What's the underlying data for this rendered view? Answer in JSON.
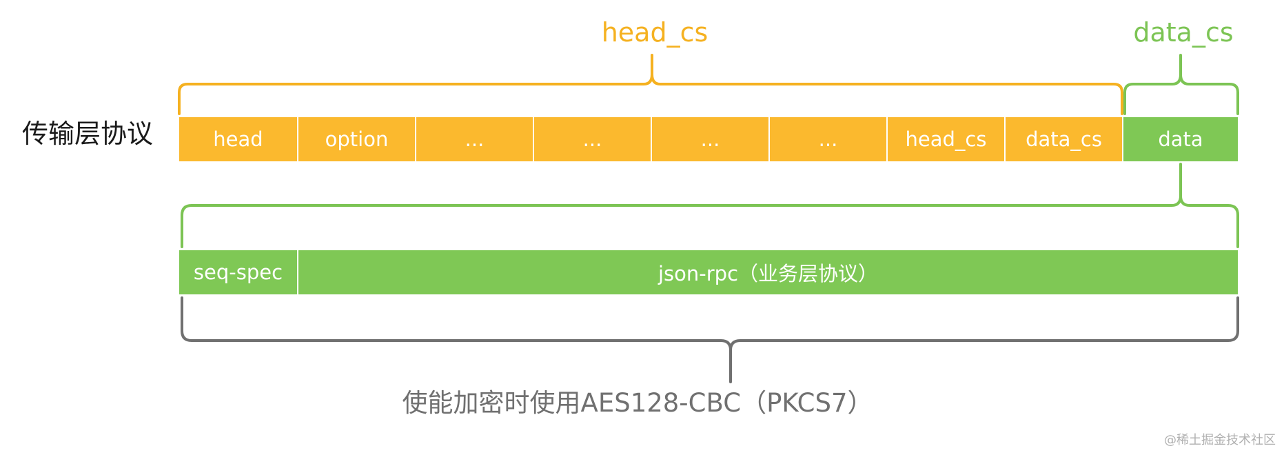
{
  "diagram": {
    "layer_title": "传输层协议",
    "brace_head_cs_label": "head_cs",
    "brace_data_cs_label": "data_cs",
    "transport_cells": [
      {
        "label": "head",
        "color": "orange"
      },
      {
        "label": "option",
        "color": "orange"
      },
      {
        "label": "...",
        "color": "orange"
      },
      {
        "label": "...",
        "color": "orange"
      },
      {
        "label": "...",
        "color": "orange"
      },
      {
        "label": "...",
        "color": "orange"
      },
      {
        "label": "head_cs",
        "color": "orange"
      },
      {
        "label": "data_cs",
        "color": "orange"
      },
      {
        "label": "data",
        "color": "green"
      }
    ],
    "business_cells": [
      {
        "label": "seq-spec",
        "color": "green"
      },
      {
        "label": "json-rpc（业务层协议）",
        "color": "green"
      }
    ],
    "encryption_note": "使能加密时使用AES128-CBC（PKCS7）",
    "watermark": "@稀土掘金技术社区"
  },
  "colors": {
    "orange": "#fbb92e",
    "green": "#7fc855",
    "gray_brace": "#707070",
    "head_cs_label": "#f5b120",
    "data_cs_label": "#7cc454"
  }
}
